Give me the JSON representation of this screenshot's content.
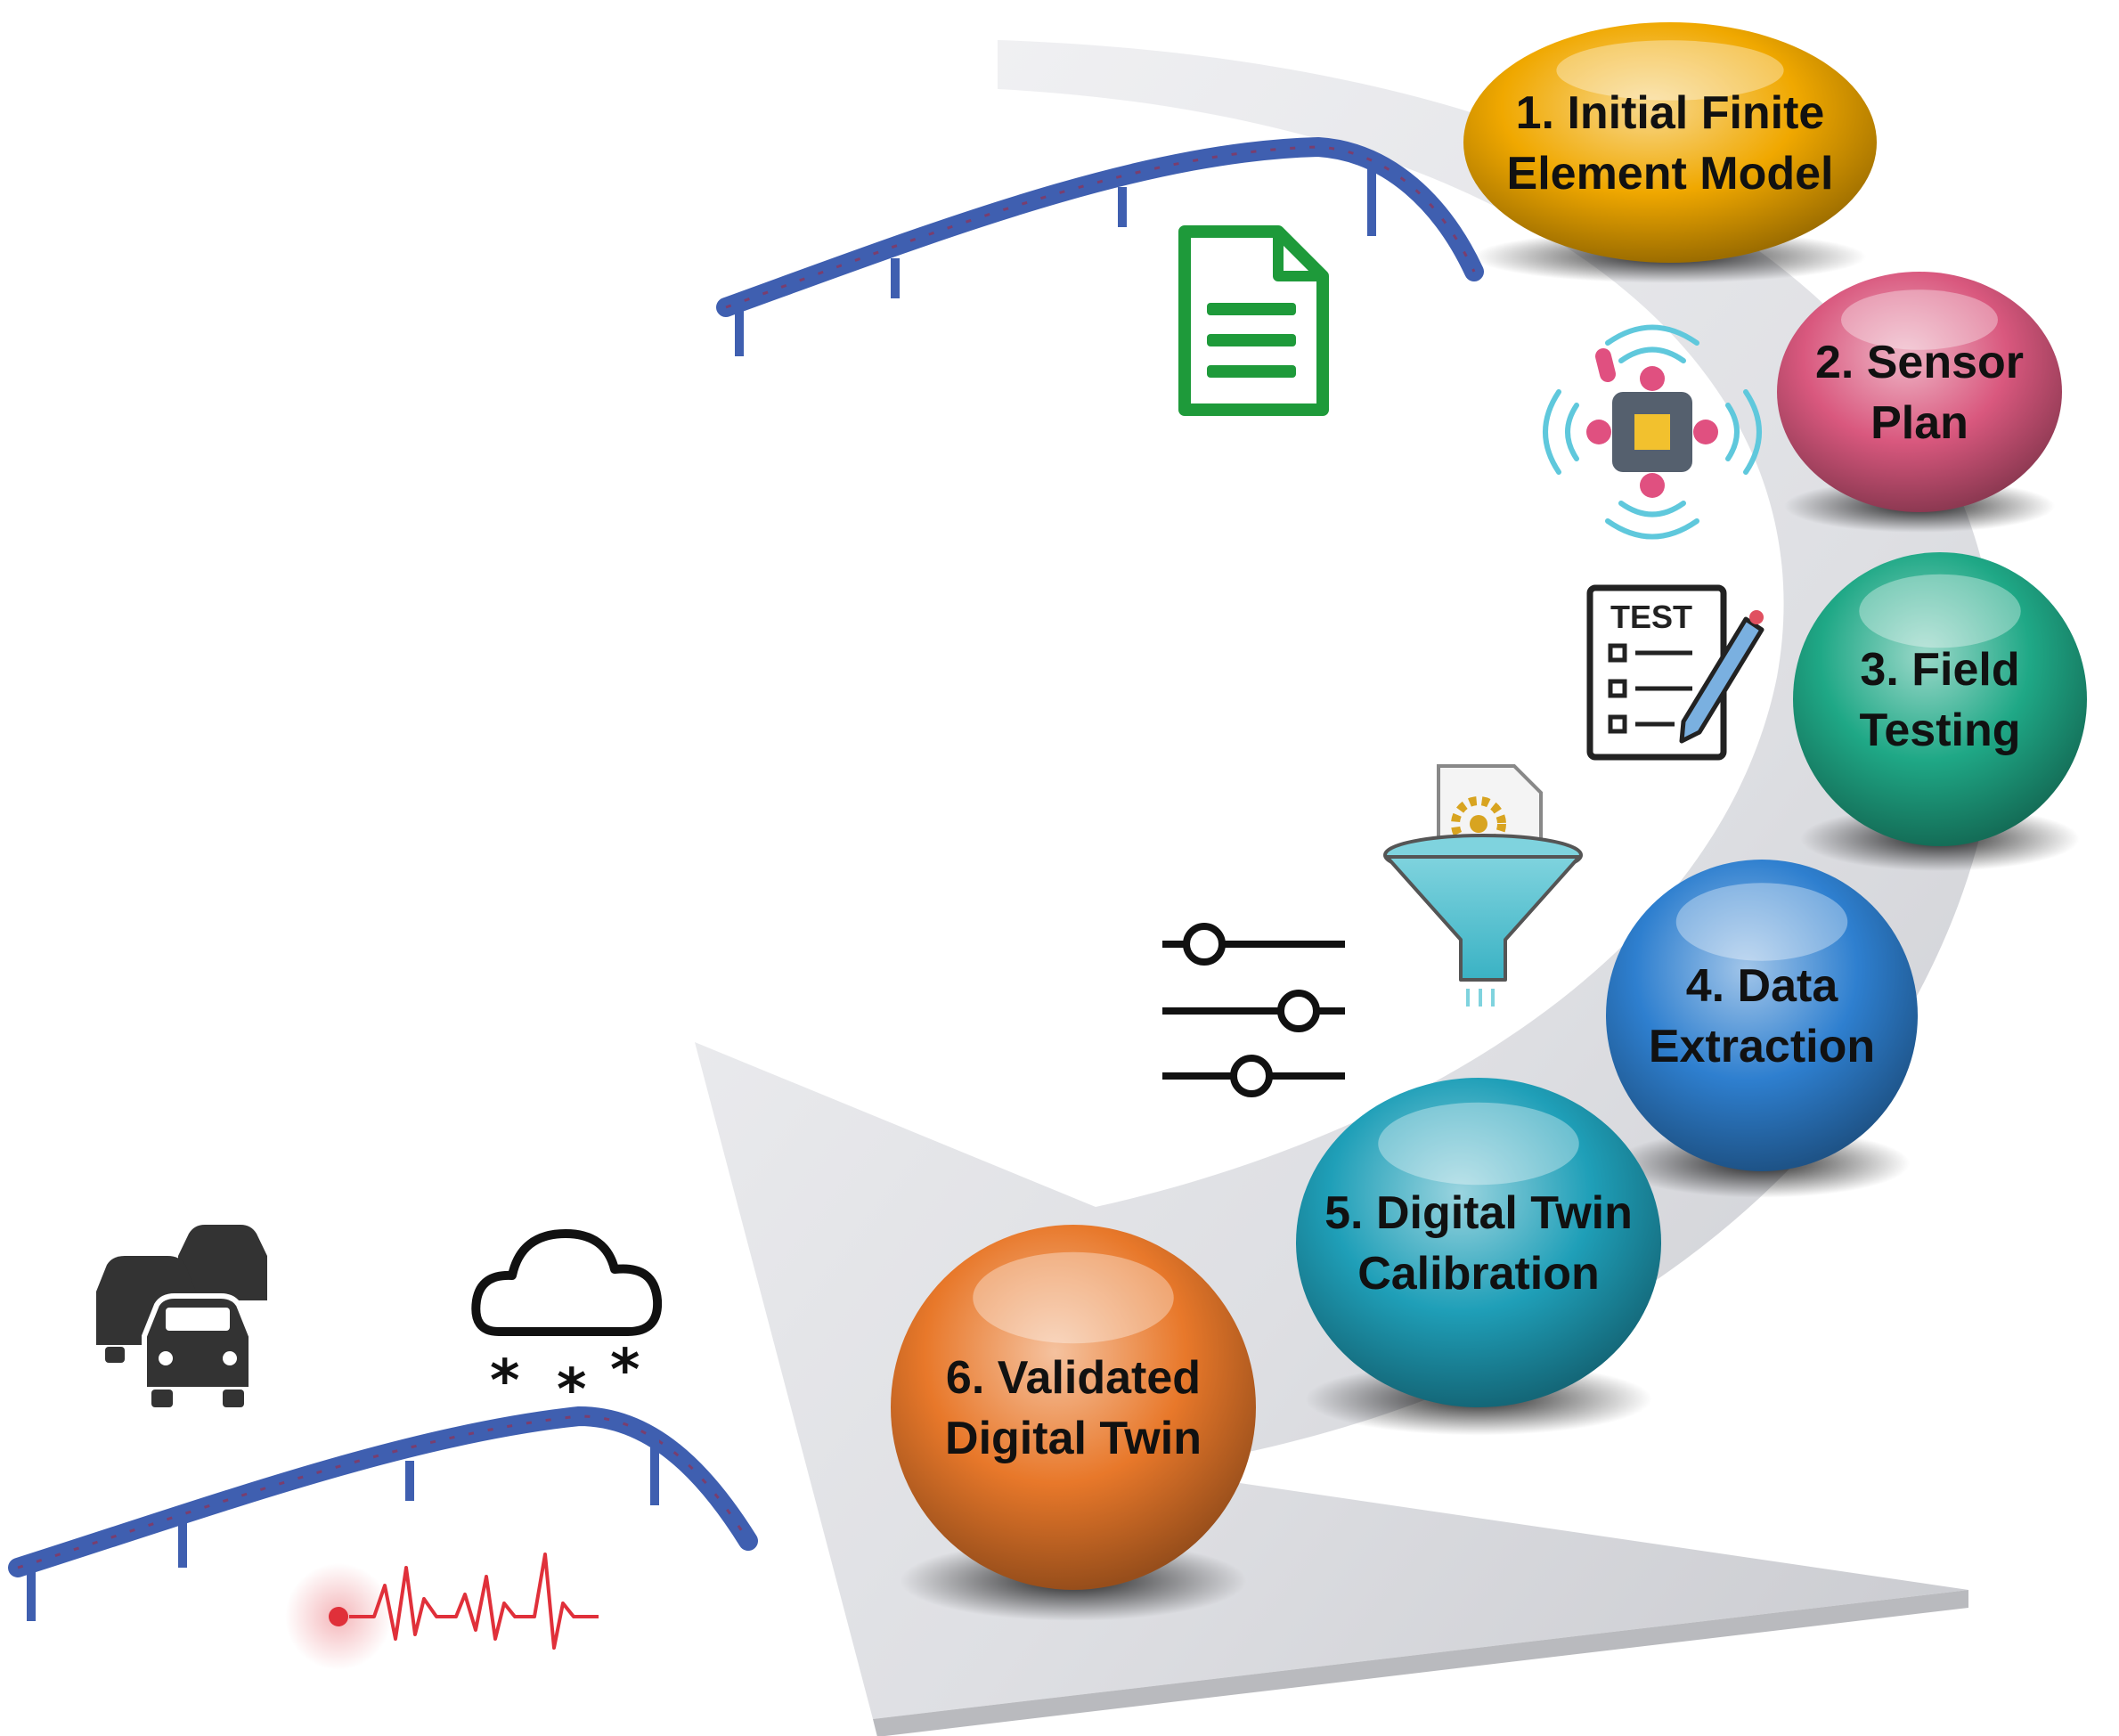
{
  "steps": [
    {
      "line1": "1. Initial Finite",
      "line2": "Element  Model",
      "color": "#f0a800"
    },
    {
      "line1": "2. Sensor",
      "line2": "Plan",
      "color": "#d9587e"
    },
    {
      "line1": "3. Field",
      "line2": "Testing",
      "color": "#1fa886"
    },
    {
      "line1": "4. Data",
      "line2": "Extraction",
      "color": "#2e7fcf"
    },
    {
      "line1": "5. Digital Twin",
      "line2": "Calibration",
      "color": "#1f9fb8"
    },
    {
      "line1": "6. Validated",
      "line2": "Digital Twin",
      "color": "#e8782a"
    }
  ],
  "icons": {
    "test_label": "TEST",
    "document": "document-icon",
    "sensor": "sensor-chip-icon",
    "test_sheet": "test-checklist-icon",
    "filter": "data-filter-funnel-icon",
    "sliders": "sliders-icon",
    "traffic": "traffic-cars-icon",
    "weather": "snow-cloud-icon",
    "vibration": "vibration-signal-icon",
    "bridge": "bridge-model-icon"
  },
  "colors": {
    "arc": "#dedfe3",
    "bridge": "#3f5fb0",
    "doc_green": "#1e9a3a",
    "sensor_teal": "#5fc8dc",
    "signal_red": "#e0303a"
  }
}
